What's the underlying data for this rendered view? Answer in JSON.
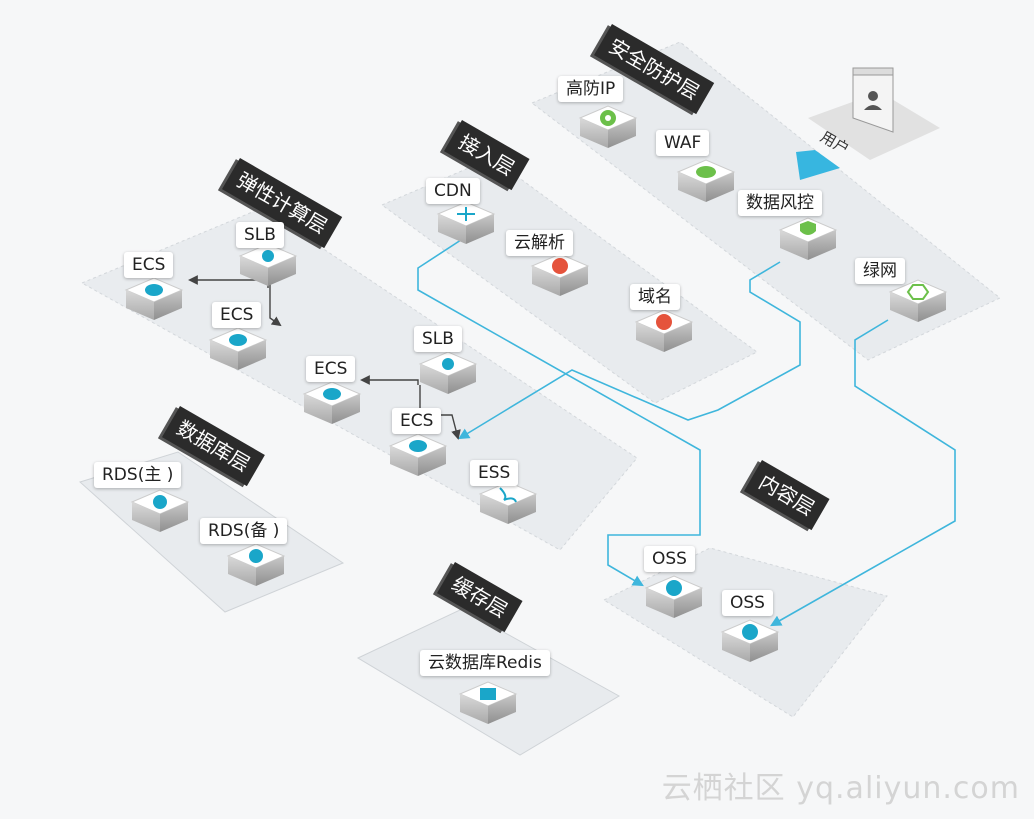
{
  "layers": {
    "security": "安全防护层",
    "access": "接入层",
    "compute": "弹性计算层",
    "database": "数据库层",
    "cache": "缓存层",
    "content": "内容层"
  },
  "nodes": {
    "anti_ddos": "高防IP",
    "waf": "WAF",
    "risk_control": "数据风控",
    "green_net": "绿网",
    "cdn": "CDN",
    "cloud_dns": "云解析",
    "domain": "域名",
    "slb_1": "SLB",
    "ecs_1": "ECS",
    "ecs_2": "ECS",
    "slb_2": "SLB",
    "ecs_3": "ECS",
    "ecs_4": "ECS",
    "ess": "ESS",
    "rds_master": "RDS(主 )",
    "rds_backup": "RDS(备 )",
    "redis": "云数据库Redis",
    "oss_1": "OSS",
    "oss_2": "OSS"
  },
  "user_label": "用户",
  "watermark": "云栖社区 yq.aliyun.com",
  "colors": {
    "flow": "#3fb6dc",
    "icon_teal": "#1aa6c9",
    "icon_green": "#6cc04a",
    "icon_red": "#e5533c",
    "plate": "#e9ecee",
    "tag": "#2b2b2b"
  }
}
